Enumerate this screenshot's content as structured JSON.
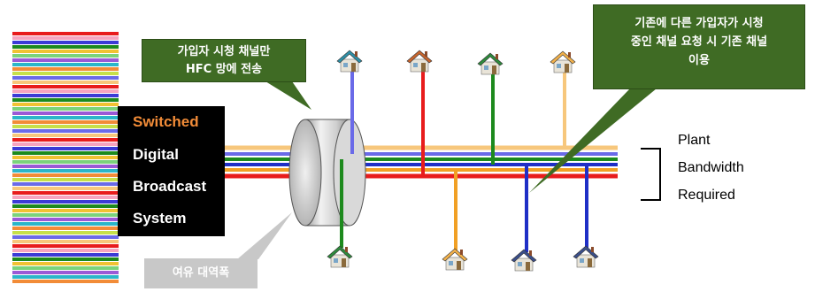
{
  "sdb": {
    "line1": "Switched",
    "line2": "Digital",
    "line3": "Broadcast",
    "line4": "System",
    "highlight_color": "#f28c38"
  },
  "callouts": {
    "left_line1": "가입자 시청 채널만",
    "left_line2": "HFC 망에 전송",
    "right_line1": "기존에 다른 가입자가 시청",
    "right_line2": "중인 채널 요청 시 기존 채널",
    "right_line3": "이용",
    "spare": "여유 대역폭"
  },
  "plant": {
    "line1": "Plant",
    "line2": "Bandwidth",
    "line3": "Required"
  },
  "colors": {
    "callout_green": "#3f6b24",
    "spare_gray": "#c8c8c8",
    "channels": [
      "#f7c77c",
      "#6a6ae8",
      "#1d8a1d",
      "#1f2fc6",
      "#f1a025",
      "#e81c1c"
    ]
  },
  "icons": {
    "house": "house-icon",
    "cable": "cable-cylinder-icon",
    "bracket": "bracket-icon"
  }
}
